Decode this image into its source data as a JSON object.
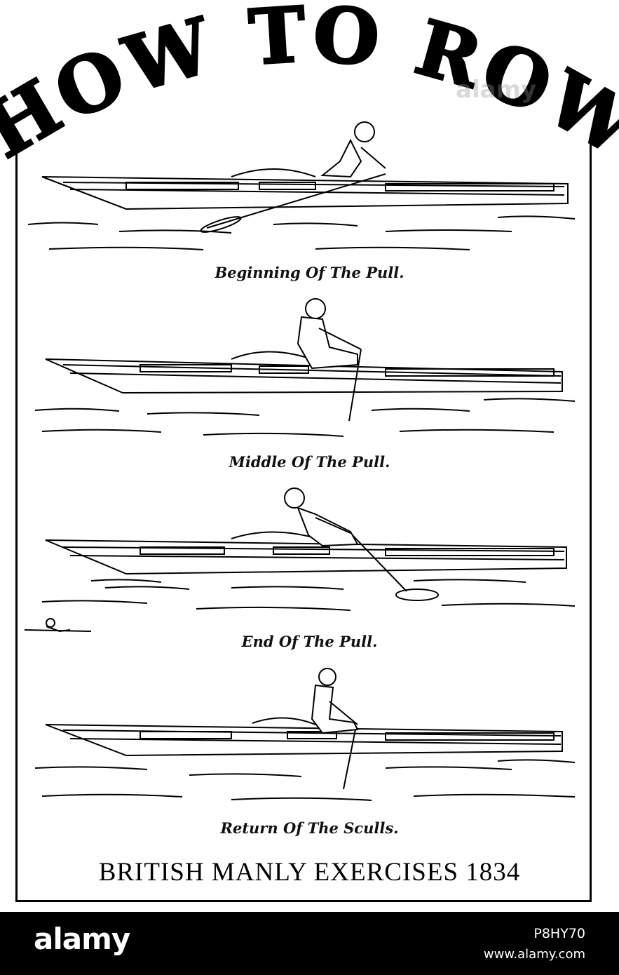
{
  "poster": {
    "title": "HOW TO ROW",
    "captions": [
      "Beginning Of The Pull.",
      "Middle Of The Pull.",
      "End Of The Pull.",
      "Return Of The Sculls."
    ],
    "bottom_title": "BRITISH MANLY EXERCISES 1834"
  },
  "watermark": "alamy",
  "footer": {
    "logo": "alamy",
    "image_id": "P8HY70",
    "site": "www.alamy.com"
  },
  "colors": {
    "ink": "#000000",
    "paper": "#ffffff",
    "footer_bg": "#000000"
  }
}
